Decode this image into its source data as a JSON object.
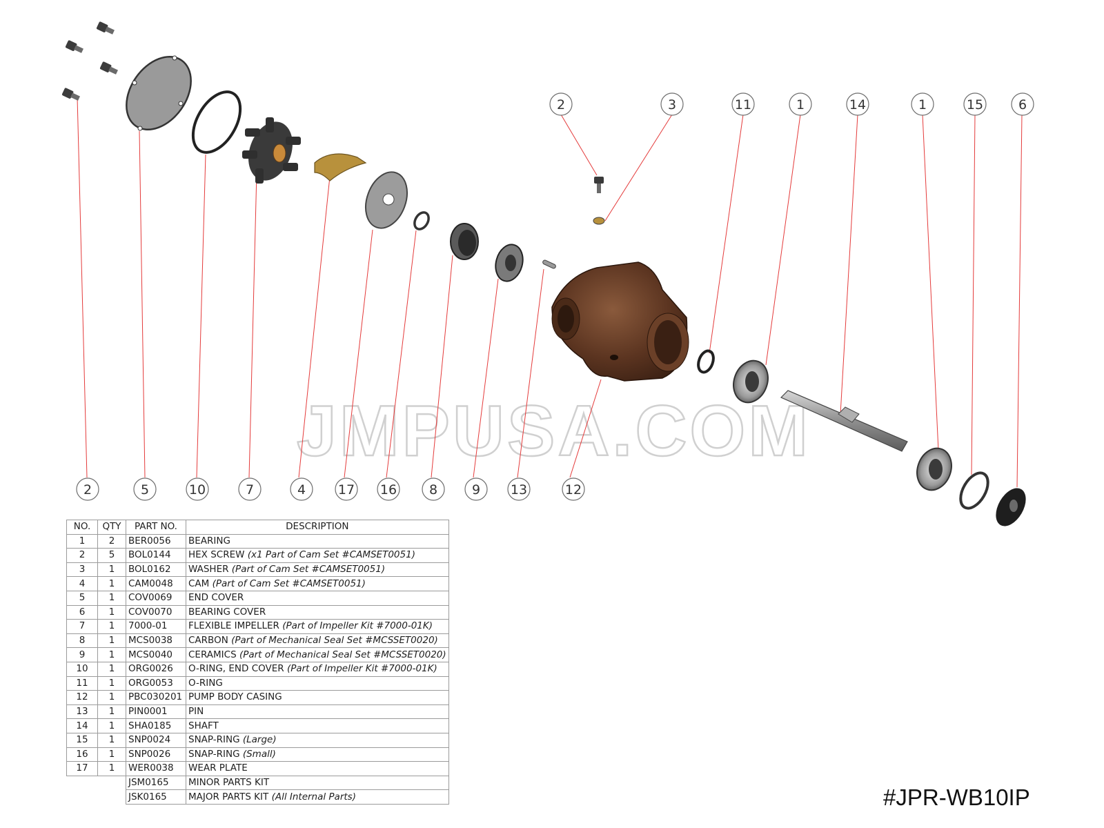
{
  "watermark": "JMPUSA.COM",
  "model_number": "#JPR-WB10IP",
  "callouts": [
    "2",
    "5",
    "10",
    "7",
    "4",
    "17",
    "16",
    "8",
    "9",
    "13",
    "12",
    "2",
    "3",
    "11",
    "1",
    "14",
    "1",
    "15",
    "6"
  ],
  "parts_table": {
    "headers": {
      "no": "NO.",
      "qty": "QTY",
      "part": "PART NO.",
      "desc": "DESCRIPTION"
    },
    "rows": [
      {
        "no": "1",
        "qty": "2",
        "part": "BER0056",
        "desc": "BEARING",
        "note": ""
      },
      {
        "no": "2",
        "qty": "5",
        "part": "BOL0144",
        "desc": "HEX SCREW",
        "note": "(x1 Part of Cam Set #CAMSET0051)"
      },
      {
        "no": "3",
        "qty": "1",
        "part": "BOL0162",
        "desc": "WASHER",
        "note": "(Part of Cam Set #CAMSET0051)"
      },
      {
        "no": "4",
        "qty": "1",
        "part": "CAM0048",
        "desc": "CAM",
        "note": "(Part of Cam Set #CAMSET0051)"
      },
      {
        "no": "5",
        "qty": "1",
        "part": "COV0069",
        "desc": "END COVER",
        "note": ""
      },
      {
        "no": "6",
        "qty": "1",
        "part": "COV0070",
        "desc": "BEARING COVER",
        "note": ""
      },
      {
        "no": "7",
        "qty": "1",
        "part": "7000-01",
        "desc": "FLEXIBLE IMPELLER",
        "note": "(Part of Impeller Kit #7000-01K)"
      },
      {
        "no": "8",
        "qty": "1",
        "part": "MCS0038",
        "desc": "CARBON",
        "note": "(Part of Mechanical Seal Set #MCSSET0020)"
      },
      {
        "no": "9",
        "qty": "1",
        "part": "MCS0040",
        "desc": "CERAMICS",
        "note": "(Part of Mechanical Seal Set #MCSSET0020)"
      },
      {
        "no": "10",
        "qty": "1",
        "part": "ORG0026",
        "desc": "O-RING, END COVER",
        "note": "(Part of Impeller Kit #7000-01K)"
      },
      {
        "no": "11",
        "qty": "1",
        "part": "ORG0053",
        "desc": "O-RING",
        "note": ""
      },
      {
        "no": "12",
        "qty": "1",
        "part": "PBC030201",
        "desc": "PUMP BODY CASING",
        "note": ""
      },
      {
        "no": "13",
        "qty": "1",
        "part": "PIN0001",
        "desc": "PIN",
        "note": ""
      },
      {
        "no": "14",
        "qty": "1",
        "part": "SHA0185",
        "desc": "SHAFT",
        "note": ""
      },
      {
        "no": "15",
        "qty": "1",
        "part": "SNP0024",
        "desc": "SNAP-RING",
        "note": "(Large)"
      },
      {
        "no": "16",
        "qty": "1",
        "part": "SNP0026",
        "desc": "SNAP-RING",
        "note": "(Small)"
      },
      {
        "no": "17",
        "qty": "1",
        "part": "WER0038",
        "desc": "WEAR PLATE",
        "note": ""
      }
    ],
    "kits": [
      {
        "part": "JSM0165",
        "desc": "MINOR PARTS KIT",
        "note": ""
      },
      {
        "part": "JSK0165",
        "desc": "MAJOR PARTS KIT",
        "note": "(All Internal Parts)"
      }
    ]
  },
  "colors": {
    "leader_line": "#e43a3a",
    "pump_body": "#5b3420",
    "cam_brass": "#b8913c",
    "rubber": "#2f2f2f",
    "steel": "#8a8a8a"
  }
}
